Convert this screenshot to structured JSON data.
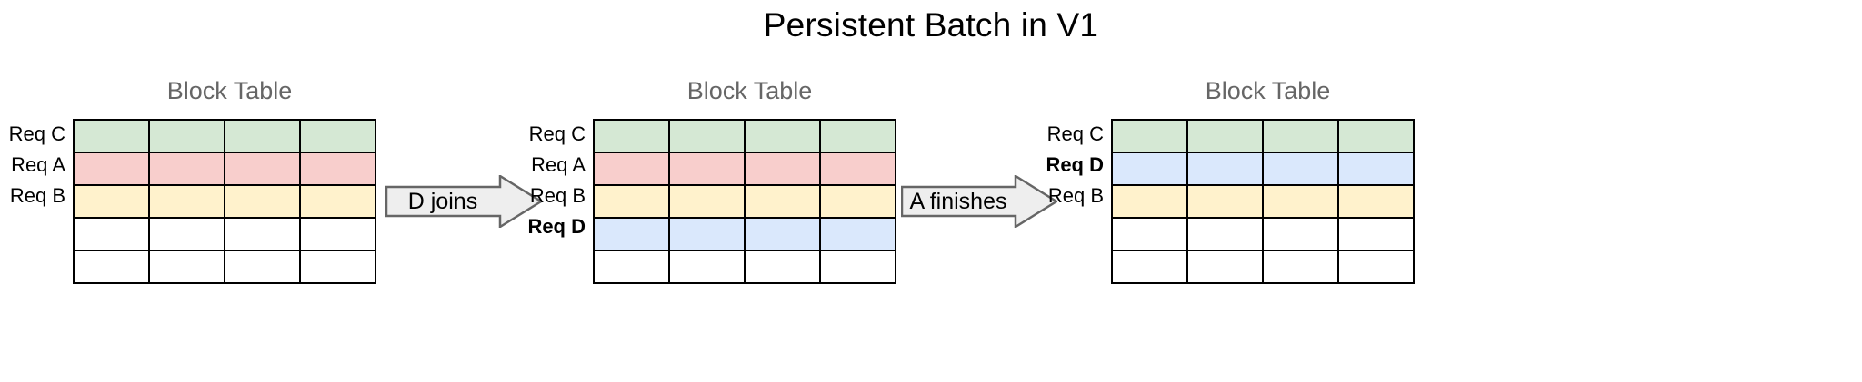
{
  "title": "Persistent Batch in V1",
  "panels": [
    {
      "heading": "Block Table",
      "columns": 4,
      "rows": [
        {
          "label": "Req C",
          "bold": false,
          "color": "green"
        },
        {
          "label": "Req A",
          "bold": false,
          "color": "pink"
        },
        {
          "label": "Req B",
          "bold": false,
          "color": "yellow"
        },
        {
          "label": "",
          "bold": false,
          "color": "white"
        },
        {
          "label": "",
          "bold": false,
          "color": "white"
        }
      ]
    },
    {
      "heading": "Block Table",
      "columns": 4,
      "rows": [
        {
          "label": "Req C",
          "bold": false,
          "color": "green"
        },
        {
          "label": "Req A",
          "bold": false,
          "color": "pink"
        },
        {
          "label": "Req B",
          "bold": false,
          "color": "yellow"
        },
        {
          "label": "Req D",
          "bold": true,
          "color": "blue"
        },
        {
          "label": "",
          "bold": false,
          "color": "white"
        }
      ]
    },
    {
      "heading": "Block Table",
      "columns": 4,
      "rows": [
        {
          "label": "Req C",
          "bold": false,
          "color": "green"
        },
        {
          "label": "Req D",
          "bold": true,
          "color": "blue"
        },
        {
          "label": "Req B",
          "bold": false,
          "color": "yellow"
        },
        {
          "label": "",
          "bold": false,
          "color": "white"
        },
        {
          "label": "",
          "bold": false,
          "color": "white"
        }
      ]
    }
  ],
  "arrows": [
    {
      "label": "D joins"
    },
    {
      "label": "A finishes"
    }
  ],
  "colors": {
    "green": "#d5e8d4",
    "pink": "#f8cecc",
    "yellow": "#fff2cc",
    "blue": "#dae8fc",
    "white": "#ffffff",
    "cell_border": "#000000",
    "heading_text": "#666666",
    "title_text": "#000000",
    "arrow_fill": "#eeeeee",
    "arrow_stroke": "#666666"
  }
}
